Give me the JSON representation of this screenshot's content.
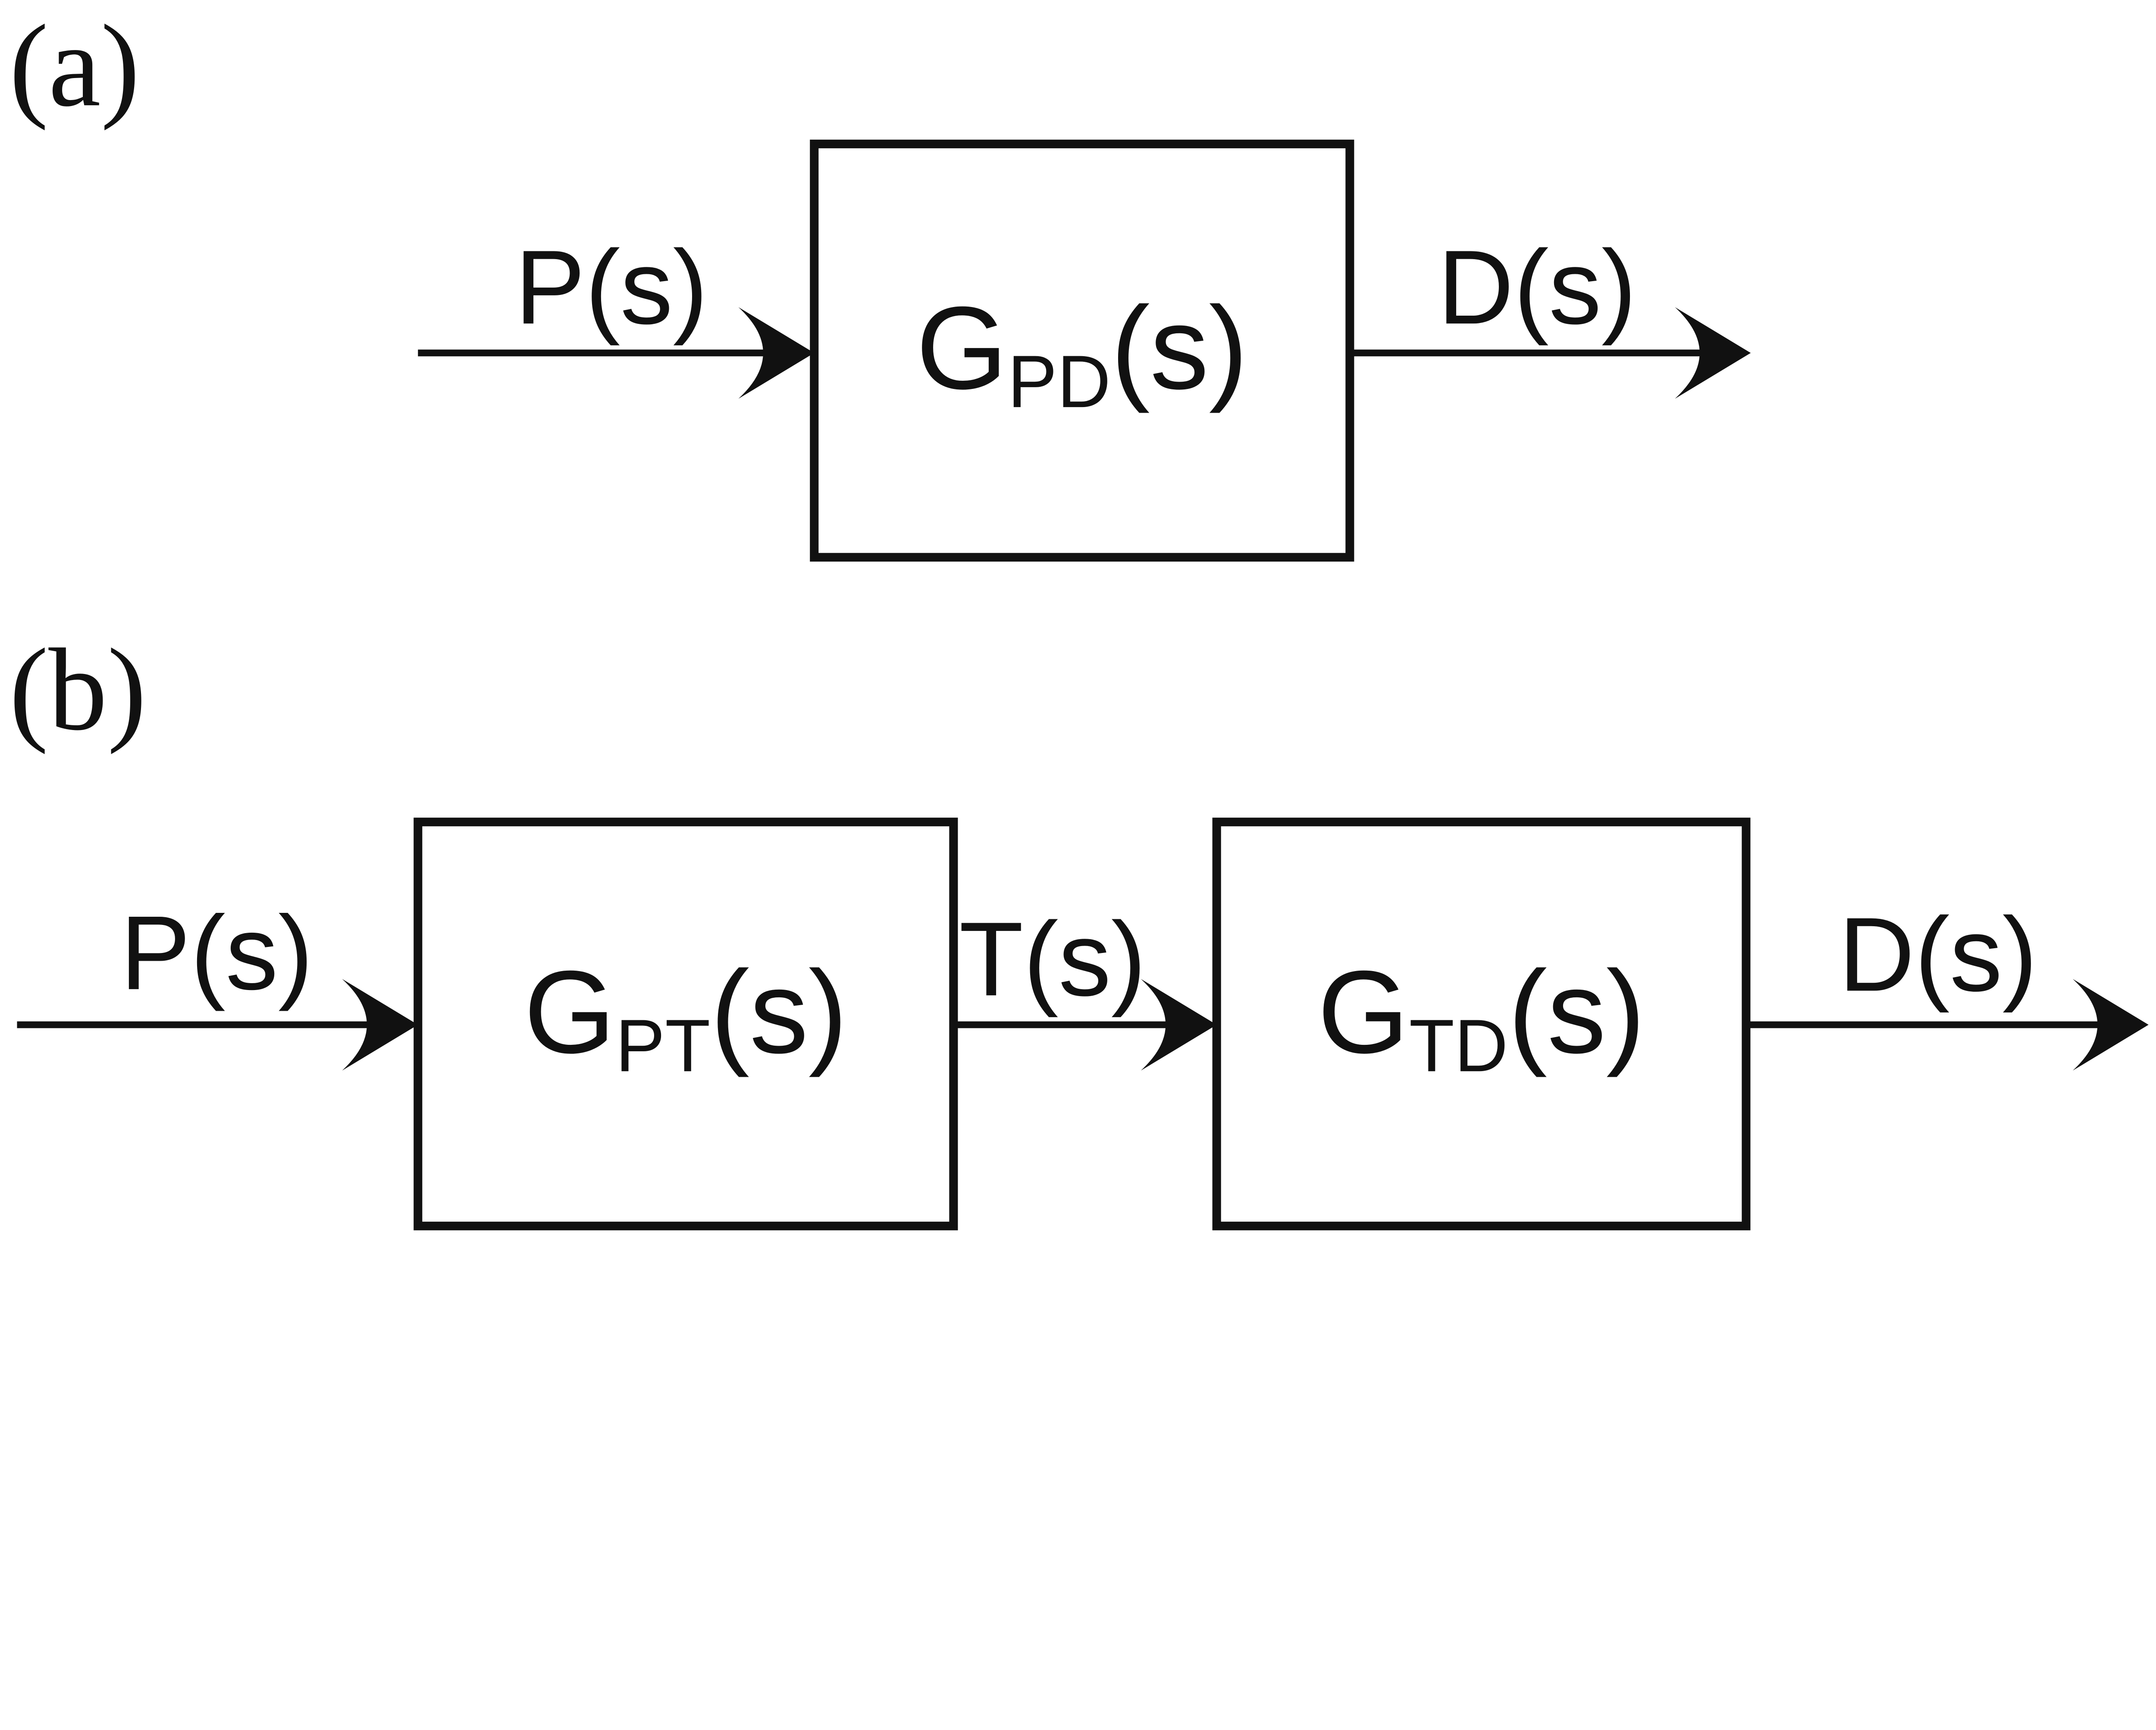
{
  "figure": {
    "colors": {
      "ink": "#111111",
      "background": "#ffffff"
    },
    "panel_a": {
      "label": "(a)",
      "input_signal": "P(s)",
      "output_signal": "D(s)",
      "block": {
        "symbol": "G",
        "subscript": "PD",
        "argument": "(s)"
      }
    },
    "panel_b": {
      "label": "(b)",
      "input_signal": "P(s)",
      "intermediate_signal": "T(s)",
      "output_signal": "D(s)",
      "block1": {
        "symbol": "G",
        "subscript": "PT",
        "argument": "(s)"
      },
      "block2": {
        "symbol": "G",
        "subscript": "TD",
        "argument": "(s)"
      }
    }
  }
}
